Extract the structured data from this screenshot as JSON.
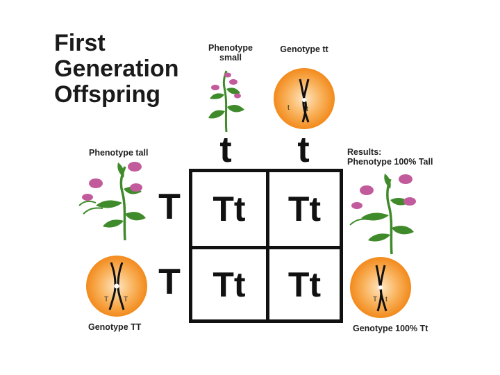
{
  "title": [
    "First",
    "Generation",
    "Offspring"
  ],
  "parent_small": {
    "phenotype_label": "Phenotype\nsmall",
    "genotype_label": "Genotype tt",
    "chromosome_letters": [
      "t",
      "t"
    ]
  },
  "parent_tall": {
    "phenotype_label": "Phenotype tall",
    "genotype_label": "Genotype TT",
    "chromosome_letters": [
      "T",
      "T"
    ]
  },
  "results": {
    "heading": "Results:",
    "phenotype_label": "Phenotype 100% Tall",
    "genotype_label": "Genotype 100% Tt",
    "chromosome_letters": [
      "T",
      "t"
    ]
  },
  "punnett": {
    "column_alleles": [
      "t",
      "t"
    ],
    "row_alleles": [
      "T",
      "T"
    ],
    "cells": [
      [
        "Tt",
        "Tt"
      ],
      [
        "Tt",
        "Tt"
      ]
    ]
  },
  "colors": {
    "orb_center": "#ffe0b3",
    "orb_edge": "#f28a1c",
    "leaf": "#3f8a2a",
    "flower": "#c25b9c"
  }
}
